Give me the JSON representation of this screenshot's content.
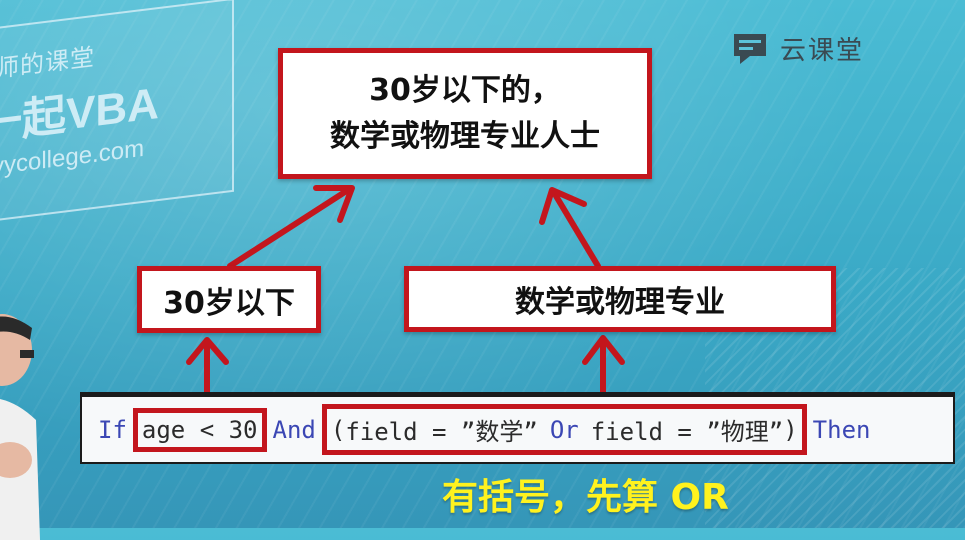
{
  "watermark": {
    "line1": "老师的课堂",
    "line2": "一起VBA",
    "line3": "yycollege.com"
  },
  "brand": {
    "icon": "chat-bubble-icon",
    "name": "云课堂"
  },
  "diagram": {
    "result_box": {
      "line1": "30岁以下的，",
      "line2": "数学或物理专业人士"
    },
    "age_box": "30岁以下",
    "major_box": "数学或物理专业"
  },
  "code": {
    "kw_if": "If",
    "age_expr": "age < 30",
    "kw_and": "And",
    "paren_open": "(",
    "field1": "field = ”数学”",
    "kw_or": "Or",
    "field2": "field = ”物理”",
    "paren_close": ")",
    "kw_then": "Then"
  },
  "note": "有括号，先算 OR",
  "colors": {
    "accent_red": "#c3161d",
    "keyword_blue": "#3b47b4",
    "note_yellow": "#fff21e",
    "background": "#3fb0cc"
  }
}
